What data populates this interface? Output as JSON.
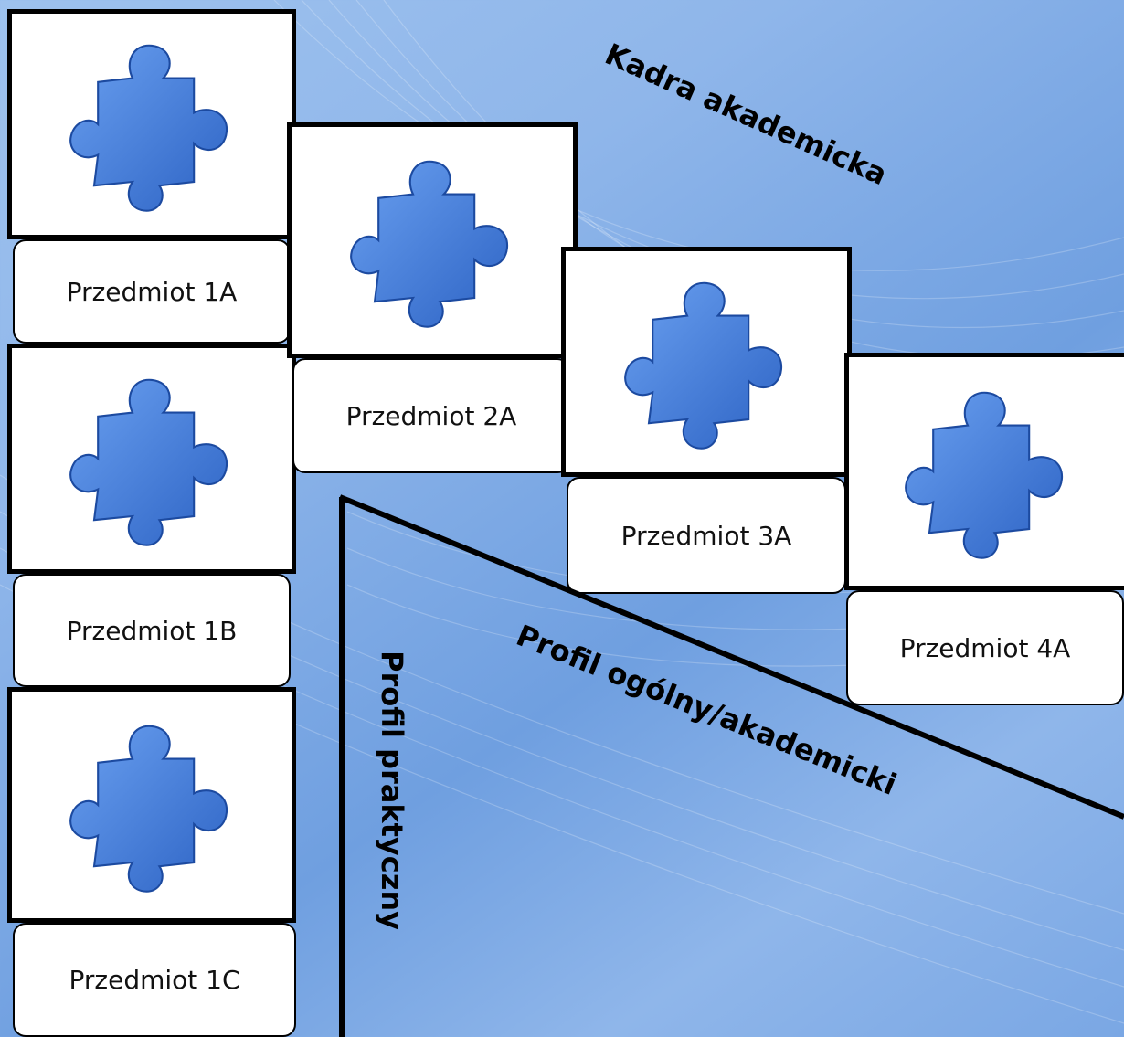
{
  "cards": {
    "c1a": {
      "label": "Przedmiot 1A",
      "icon": "puzzle-piece-icon"
    },
    "c1b": {
      "label": "Przedmiot 1B",
      "icon": "puzzle-piece-icon"
    },
    "c1c": {
      "label": "Przedmiot 1C",
      "icon": "puzzle-piece-icon"
    },
    "c2a": {
      "label": "Przedmiot 2A",
      "icon": "puzzle-piece-icon"
    },
    "c3a": {
      "label": "Przedmiot 3A",
      "icon": "puzzle-piece-icon"
    },
    "c4a": {
      "label": "Przedmiot 4A",
      "icon": "puzzle-piece-icon"
    }
  },
  "annotations": {
    "kadra": "Kadra akademicka",
    "ogolny": "Profil ogólny/akademicki",
    "praktyczny": "Profil praktyczny"
  },
  "colors": {
    "puzzle": "#3f7bd9",
    "background": "#8fb6ea"
  }
}
